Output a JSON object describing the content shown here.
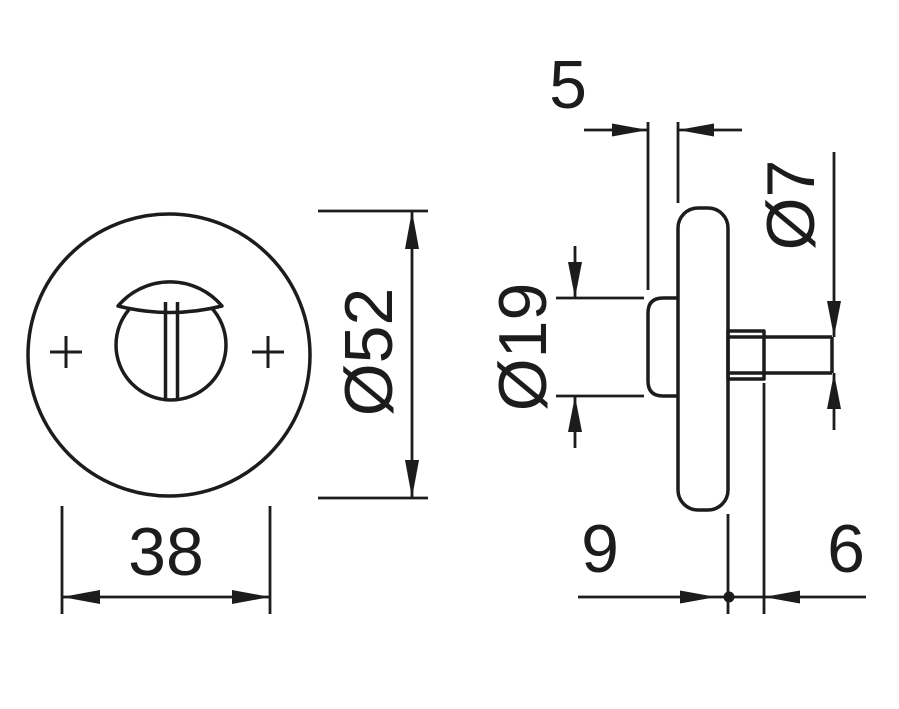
{
  "drawing": {
    "background": "#ffffff",
    "line_color": "#1c1c1c",
    "front_view": {
      "outer_diameter_label": "Ø52",
      "screw_spacing_label": "38"
    },
    "side_view": {
      "rose_thickness_label": "5",
      "spindle_diameter_label": "Ø7",
      "knob_diameter_label": "Ø19",
      "depth_front_label": "9",
      "depth_back_label": "6"
    }
  }
}
